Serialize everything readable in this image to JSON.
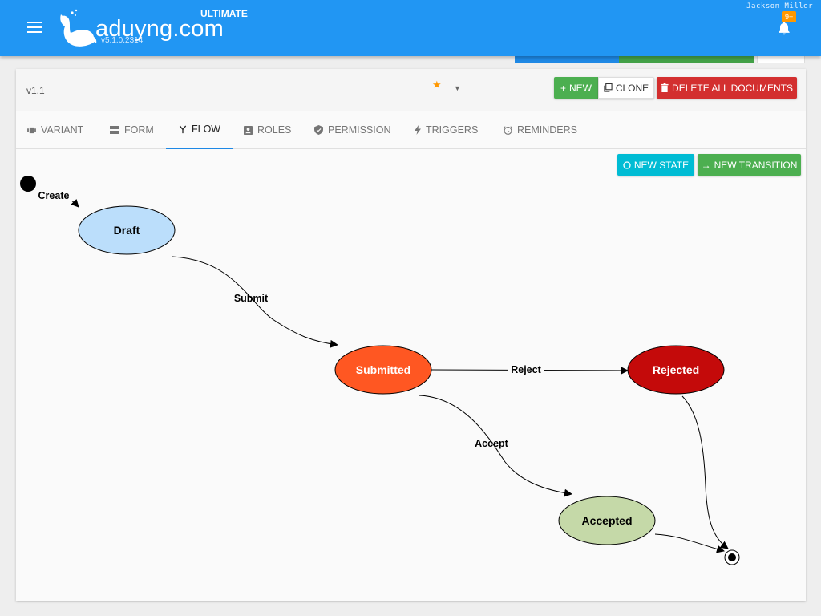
{
  "header": {
    "brand": "aduyng.com",
    "edition": "ULTIMATE",
    "version": "v5.1.0.2314",
    "user": "Jackson Miller",
    "notifications": "9+"
  },
  "toolbar": {
    "version_label": "v1.1",
    "new_label": "NEW",
    "clone_label": "CLONE",
    "delete_label": "DELETE ALL DOCUMENTS"
  },
  "tabs": [
    {
      "label": "VARIANT",
      "icon": "variant-icon",
      "active": false
    },
    {
      "label": "FORM",
      "icon": "form-icon",
      "active": false
    },
    {
      "label": "FLOW",
      "icon": "flow-icon",
      "active": true
    },
    {
      "label": "ROLES",
      "icon": "roles-icon",
      "active": false
    },
    {
      "label": "PERMISSION",
      "icon": "shield-icon",
      "active": false
    },
    {
      "label": "TRIGGERS",
      "icon": "bolt-icon",
      "active": false
    },
    {
      "label": "REMINDERS",
      "icon": "alarm-icon",
      "active": false
    }
  ],
  "flow": {
    "new_state_label": "NEW STATE",
    "new_transition_label": "NEW TRANSITION",
    "states": [
      {
        "name": "Draft",
        "color": "#bbdefb"
      },
      {
        "name": "Submitted",
        "color": "#ff5722"
      },
      {
        "name": "Rejected",
        "color": "#c40a0a"
      },
      {
        "name": "Accepted",
        "color": "#c5d9a8"
      }
    ],
    "transitions": [
      {
        "label": "Create"
      },
      {
        "label": "Submit"
      },
      {
        "label": "Reject"
      },
      {
        "label": "Accept"
      }
    ]
  },
  "colors": {
    "primary": "#2196f3",
    "success": "#4caf50",
    "danger": "#d32f2f",
    "info": "#00bcd4",
    "star": "#ff9800"
  }
}
